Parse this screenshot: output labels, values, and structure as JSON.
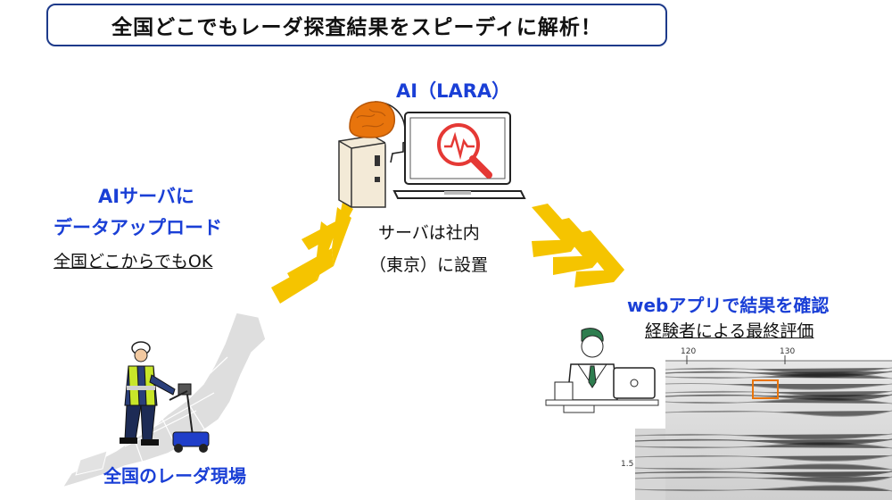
{
  "title": "全国どこでもレーダ探査結果をスピーディに解析！",
  "ai": {
    "label": "AI（LARA）"
  },
  "upload": {
    "line1": "AIサーバに",
    "line2": "データアップロード",
    "note": "全国どこからでもOK"
  },
  "server": {
    "line1": "サーバは社内",
    "line2": "（東京）に設置"
  },
  "webapp": {
    "line1": "webアプリで結果を確認",
    "line2": "経験者による最終評価"
  },
  "site": {
    "label": "全国のレーダ現場"
  },
  "radargram": {
    "tick_x": [
      "120",
      "130"
    ],
    "tick_y": "1.5"
  },
  "colors": {
    "accent_blue": "#1a3fd6",
    "arrow_yellow": "#f5c400",
    "brain_orange": "#e8740c",
    "magnifier_red": "#e53935"
  },
  "icons": [
    "japan-map-icon",
    "worker-icon",
    "gpr-cart-icon",
    "server-icon",
    "brain-icon",
    "laptop-icon",
    "magnifier-icon",
    "businessman-icon",
    "radargram-image"
  ]
}
